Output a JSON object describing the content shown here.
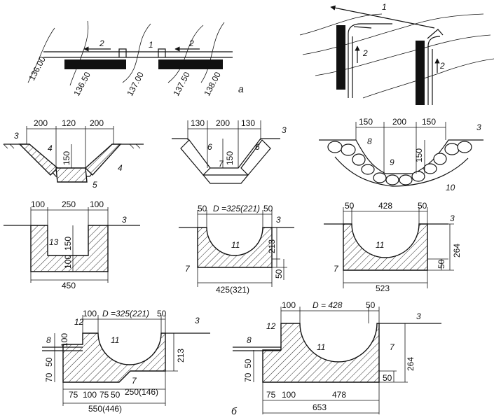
{
  "plan": {
    "label_a": "а",
    "left": {
      "elev_1": "136.00",
      "elev_2": "136.50",
      "elev_3": "137.00",
      "elev_4": "137.50",
      "elev_5": "138.00",
      "lbl_1": "1",
      "lbl_2a": "2",
      "lbl_2b": "2"
    },
    "right": {
      "lbl_1": "1",
      "lbl_2a": "2",
      "lbl_2b": "2"
    }
  },
  "label_b": "б",
  "s1": {
    "d1": "200",
    "d2": "120",
    "d3": "200",
    "h": "150",
    "l3": "3",
    "l4a": "4",
    "l4b": "4",
    "l5": "5"
  },
  "s2": {
    "d1": "130",
    "d2": "200",
    "d3": "130",
    "h": "150",
    "l3": "3",
    "l6a": "6",
    "l6b": "6",
    "l7": "7"
  },
  "s3": {
    "d1": "150",
    "d2": "200",
    "d3": "150",
    "h": "150",
    "l3": "3",
    "l8": "8",
    "l9": "9",
    "l10": "10"
  },
  "s4": {
    "d1": "100",
    "d2": "250",
    "d3": "100",
    "h1": "150",
    "h2": "100",
    "w": "450",
    "l3": "3",
    "l13": "13"
  },
  "s5": {
    "d1": "50",
    "D": "D =325(221)",
    "d3": "50",
    "h": "213",
    "hb": "50",
    "w": "425(321)",
    "l3": "3",
    "l11": "11",
    "l7": "7"
  },
  "s6": {
    "d1": "50",
    "D": "428",
    "d3": "50",
    "h": "264",
    "hb": "50",
    "w": "523",
    "l3": "3",
    "l11": "11",
    "l7": "7"
  },
  "s7": {
    "d1": "100",
    "D": "D =325(221)",
    "d3": "50",
    "h": "213",
    "hl1": "100",
    "hl2": "50",
    "hl3": "70",
    "b1": "75",
    "b2": "100",
    "b3": "75",
    "b4": "50",
    "b5": "250(146)",
    "w": "550(446)",
    "l3": "3",
    "l12": "12",
    "l11": "11",
    "l8": "8",
    "l7": "7"
  },
  "s8": {
    "d1": "100",
    "D": "D = 428",
    "d3": "50",
    "h": "264",
    "hl1": "50",
    "hl2": "70",
    "hb": "50",
    "b1": "75",
    "b2": "100",
    "b3": "478",
    "w": "653",
    "l3": "3",
    "l12": "12",
    "l11": "11",
    "l8": "8",
    "l7": "7"
  }
}
